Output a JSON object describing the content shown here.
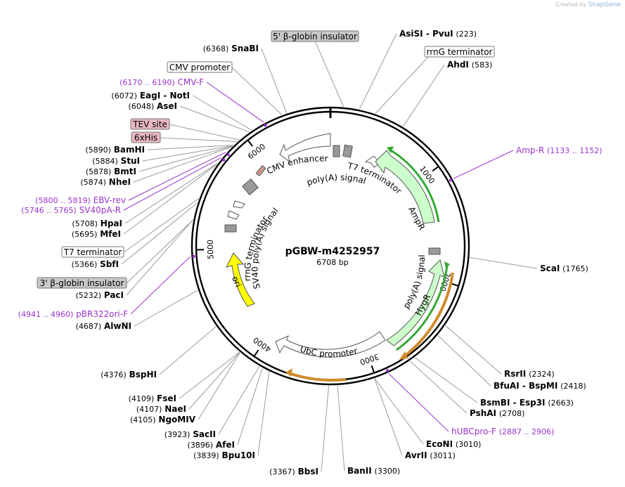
{
  "credit": {
    "prefix": "Created by",
    "brand": "SnapGene"
  },
  "plasmid": {
    "name": "pGBW-m4252957",
    "length": 6708,
    "size_label": "6708 bp"
  },
  "colors": {
    "primer": "#9933cc",
    "feature_box": "#c8c8c8",
    "tag_box": "#e8b7c0",
    "amp_fill": "#ccffcc",
    "ori_fill": "#ffff00",
    "orf_arrow": "#33cc33",
    "orange_arrow": "#f5c27a"
  },
  "ruler_ticks": [
    {
      "bp": 1000,
      "label": "1000"
    },
    {
      "bp": 2000,
      "label": "2000"
    },
    {
      "bp": 3000,
      "label": "3000"
    },
    {
      "bp": 4000,
      "label": "4000"
    },
    {
      "bp": 5000,
      "label": "5000"
    },
    {
      "bp": 6000,
      "label": "6000"
    }
  ],
  "sites_left": [
    {
      "name": "SnaBI",
      "pos": "(6368)",
      "bp": 6368
    },
    {
      "name": "EagI - NotI",
      "pos": "(6072)",
      "bp": 6072
    },
    {
      "name": "AseI",
      "pos": "(6048)",
      "bp": 6048
    },
    {
      "name": "BamHI",
      "pos": "(5890)",
      "bp": 5890
    },
    {
      "name": "StuI",
      "pos": "(5884)",
      "bp": 5884
    },
    {
      "name": "BmtI",
      "pos": "(5878)",
      "bp": 5878
    },
    {
      "name": "NheI",
      "pos": "(5874)",
      "bp": 5874
    },
    {
      "name": "HpaI",
      "pos": "(5708)",
      "bp": 5708
    },
    {
      "name": "MfeI",
      "pos": "(5695)",
      "bp": 5695
    },
    {
      "name": "SbfI",
      "pos": "(5366)",
      "bp": 5366
    },
    {
      "name": "PacI",
      "pos": "(5232)",
      "bp": 5232
    },
    {
      "name": "AlwNI",
      "pos": "(4687)",
      "bp": 4687
    },
    {
      "name": "BspHI",
      "pos": "(4376)",
      "bp": 4376
    },
    {
      "name": "FseI",
      "pos": "(4109)",
      "bp": 4109
    },
    {
      "name": "NaeI",
      "pos": "(4107)",
      "bp": 4107
    },
    {
      "name": "NgoMIV",
      "pos": "(4105)",
      "bp": 4105
    },
    {
      "name": "SacII",
      "pos": "(3923)",
      "bp": 3923
    },
    {
      "name": "AfeI",
      "pos": "(3896)",
      "bp": 3896
    },
    {
      "name": "Bpu10I",
      "pos": "(3839)",
      "bp": 3839
    },
    {
      "name": "BbsI",
      "pos": "(3367)",
      "bp": 3367
    }
  ],
  "sites_right": [
    {
      "name": "AsiSI - PvuI",
      "pos": "(223)",
      "bp": 223
    },
    {
      "name": "AhdI",
      "pos": "(583)",
      "bp": 583
    },
    {
      "name": "ScaI",
      "pos": "(1765)",
      "bp": 1765
    },
    {
      "name": "RsrII",
      "pos": "(2324)",
      "bp": 2324
    },
    {
      "name": "BfuAI - BspMI",
      "pos": "(2418)",
      "bp": 2418
    },
    {
      "name": "BsmBI - Esp3I",
      "pos": "(2663)",
      "bp": 2663
    },
    {
      "name": "PshAI",
      "pos": "(2708)",
      "bp": 2708
    },
    {
      "name": "EcoNI",
      "pos": "(3010)",
      "bp": 3010
    },
    {
      "name": "AvrII",
      "pos": "(3011)",
      "bp": 3011
    },
    {
      "name": "BanII",
      "pos": "(3300)",
      "bp": 3300
    }
  ],
  "primers": [
    {
      "name": "CMV-F",
      "range": "(6170 .. 6190)"
    },
    {
      "name": "EBV-rev",
      "range": "(5800 .. 5819)"
    },
    {
      "name": "SV40pA-R",
      "range": "(5746 .. 5765)"
    },
    {
      "name": "pBR322ori-F",
      "range": "(4941 .. 4960)"
    },
    {
      "name": "Amp-R",
      "range": "(1133 .. 1152)"
    },
    {
      "name": "hUBCpro-F",
      "range": "(2887 .. 2906)"
    }
  ],
  "boxed_labels": [
    {
      "text": "5' β-globin insulator",
      "style": "gray"
    },
    {
      "text": "rrnG terminator",
      "style": "white"
    },
    {
      "text": "CMV promoter",
      "style": "white"
    },
    {
      "text": "TEV site",
      "style": "pink"
    },
    {
      "text": "6xHis",
      "style": "pink"
    },
    {
      "text": "T7 terminator",
      "style": "white"
    },
    {
      "text": "3' β-globin insulator",
      "style": "gray"
    }
  ],
  "feature_labels": {
    "cmv_enhancer": "CMV enhancer",
    "polya_top": "poly(A) signal",
    "t7_term": "T7 terminator",
    "ampr": "AmpR",
    "polya_right": "poly(A) signal",
    "hygr": "HygR",
    "ubc": "UbC promoter",
    "ori": "ori",
    "rrng": "rrnG terminator",
    "sv40": "SV40 poly(A) signal"
  }
}
